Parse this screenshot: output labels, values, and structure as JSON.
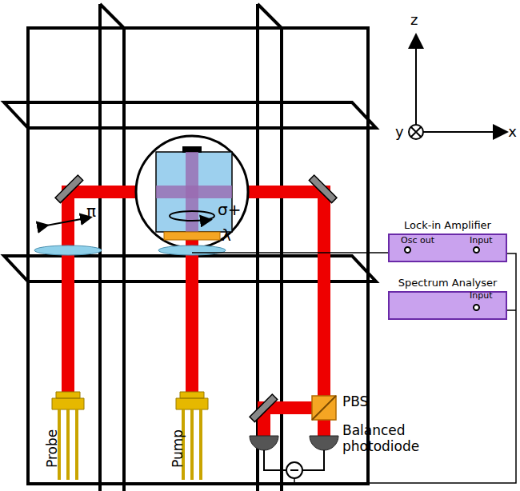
{
  "diagram": {
    "nodes": [
      {
        "text": [
          "Lock-in Amplifier",
          "Osc out",
          "Input"
        ]
      },
      {
        "text": [
          "Spectrum Analyser",
          "Input"
        ]
      }
    ],
    "labels": [
      "Probe",
      "Pump",
      "PBS",
      "Balanced photodiode",
      "π",
      "σ+",
      "λ",
      "z",
      "y",
      "x"
    ]
  }
}
